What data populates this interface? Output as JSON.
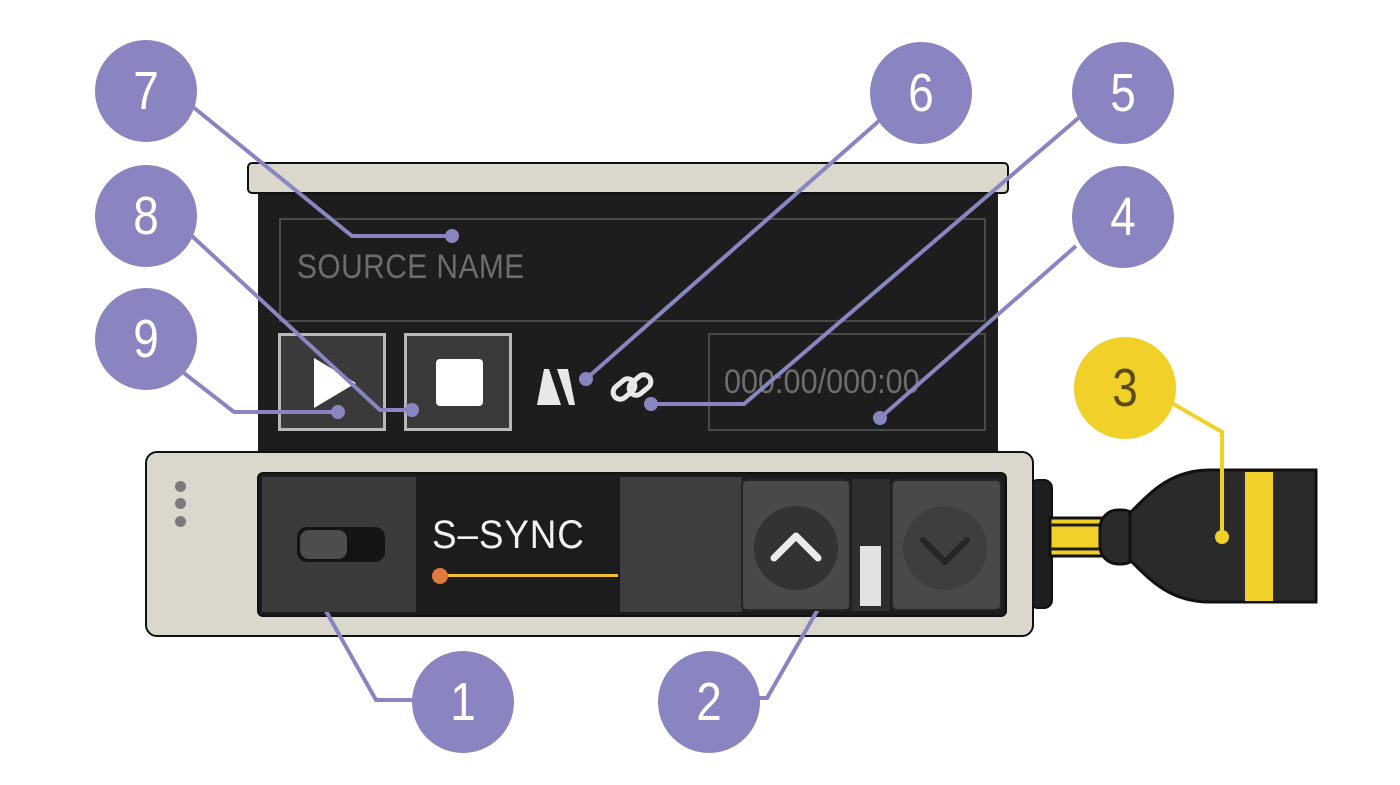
{
  "track": {
    "source_name": "SOURCE NAME",
    "time": "000:00/000:00"
  },
  "sync": {
    "label": "S–SYNC",
    "slider_level": 0.5
  },
  "callouts": [
    {
      "id": 1,
      "label": "1",
      "color": "#8a85c0"
    },
    {
      "id": 2,
      "label": "2",
      "color": "#8a85c0"
    },
    {
      "id": 3,
      "label": "3",
      "color": "#f2d02a"
    },
    {
      "id": 4,
      "label": "4",
      "color": "#8a85c0"
    },
    {
      "id": 5,
      "label": "5",
      "color": "#8a85c0"
    },
    {
      "id": 6,
      "label": "6",
      "color": "#8a85c0"
    },
    {
      "id": 7,
      "label": "7",
      "color": "#8a85c0"
    },
    {
      "id": 8,
      "label": "8",
      "color": "#8a85c0"
    },
    {
      "id": 9,
      "label": "9",
      "color": "#8a85c0"
    }
  ],
  "icons": {
    "play": "play-icon",
    "stop": "stop-icon",
    "metronome": "metronome-icon",
    "link": "link-icon",
    "up": "chevron-up-icon",
    "down": "chevron-down-icon",
    "grip": "grip-dots-icon",
    "plug": "plug-icon"
  },
  "colors": {
    "callout": "#8a85c0",
    "callout_highlight": "#f2d02a",
    "cable": "#f2d02a",
    "indicator": "#e07a3f",
    "frame": "#dad8cd"
  }
}
